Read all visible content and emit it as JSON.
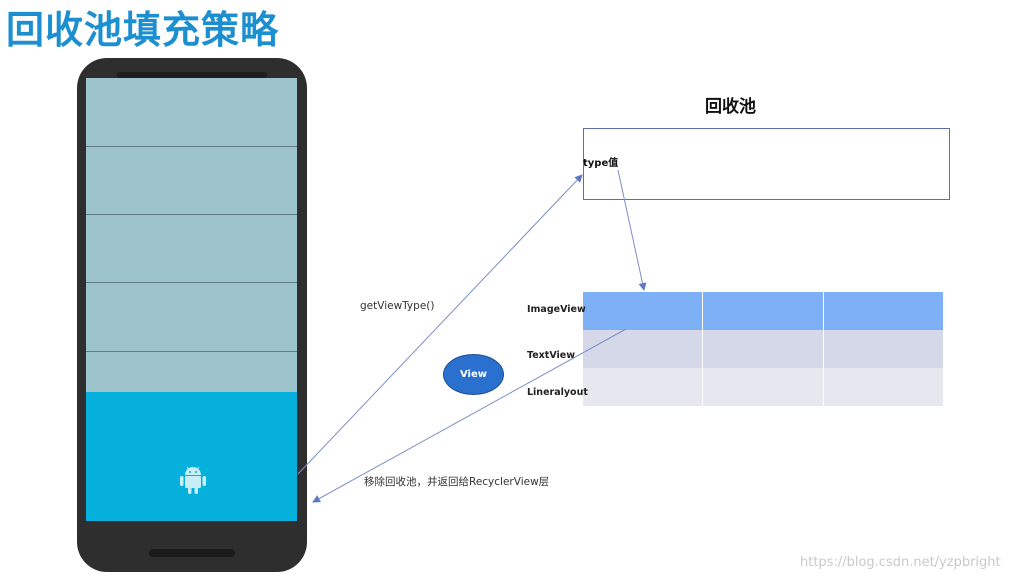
{
  "header": {
    "title": "回收池填充策略"
  },
  "pool": {
    "title": "回收池",
    "type_label": "type值"
  },
  "table": {
    "rows": [
      "ImageView",
      "TextView",
      "Lineralyout"
    ],
    "colors": [
      "#7eb0f6",
      "#d4d8e9",
      "#e7e8ef"
    ]
  },
  "view_node": {
    "label": "View",
    "color": "#2a70cf"
  },
  "arrows": {
    "get_type_label": "getViewType()",
    "return_label": "移除回收池，并返回给RecyclerView层"
  },
  "phone": {
    "list_item_count": 5,
    "screen_color": "#05b0dc",
    "list_color": "#9dc3cd"
  },
  "watermark": "https://blog.csdn.net/yzpbright"
}
